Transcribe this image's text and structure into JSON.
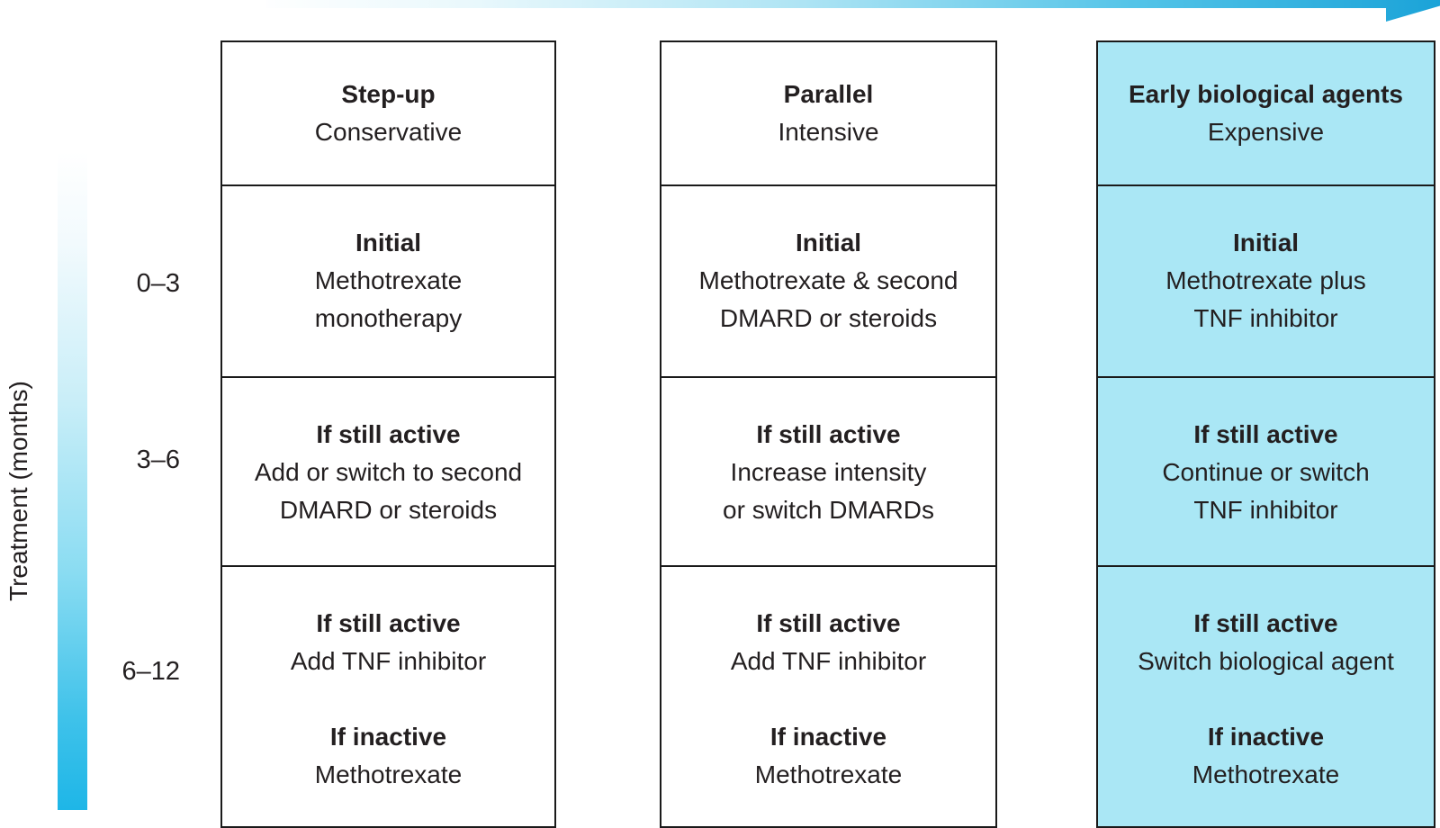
{
  "figure": {
    "axis_label": "Treatment (months)",
    "time_labels": [
      "0–3",
      "3–6",
      "6–12"
    ],
    "columns": [
      {
        "id": "step-up",
        "highlighted": false,
        "header": {
          "title": "Step-up",
          "subtitle": "Conservative"
        },
        "rows": [
          {
            "heading": "Initial",
            "lines": [
              "Methotrexate",
              "monotherapy"
            ]
          },
          {
            "heading": "If still active",
            "lines": [
              "Add or switch to second",
              "DMARD or steroids"
            ]
          },
          {
            "blocks": [
              {
                "heading": "If still active",
                "lines": [
                  "Add TNF inhibitor"
                ]
              },
              {
                "heading": "If inactive",
                "lines": [
                  "Methotrexate"
                ]
              }
            ]
          }
        ]
      },
      {
        "id": "parallel",
        "highlighted": false,
        "header": {
          "title": "Parallel",
          "subtitle": "Intensive"
        },
        "rows": [
          {
            "heading": "Initial",
            "lines": [
              "Methotrexate & second",
              "DMARD or steroids"
            ]
          },
          {
            "heading": "If still active",
            "lines": [
              "Increase intensity",
              "or switch DMARDs"
            ]
          },
          {
            "blocks": [
              {
                "heading": "If still active",
                "lines": [
                  "Add TNF inhibitor"
                ]
              },
              {
                "heading": "If inactive",
                "lines": [
                  "Methotrexate"
                ]
              }
            ]
          }
        ]
      },
      {
        "id": "early-biological-agents",
        "highlighted": true,
        "header": {
          "title": "Early biological agents",
          "subtitle": "Expensive"
        },
        "rows": [
          {
            "heading": "Initial",
            "lines": [
              "Methotrexate plus",
              "TNF inhibitor"
            ]
          },
          {
            "heading": "If still active",
            "lines": [
              "Continue or switch",
              "TNF inhibitor"
            ]
          },
          {
            "blocks": [
              {
                "heading": "If still active",
                "lines": [
                  "Switch biological agent"
                ]
              },
              {
                "heading": "If inactive",
                "lines": [
                  "Methotrexate"
                ]
              }
            ]
          }
        ]
      }
    ]
  },
  "colors": {
    "highlight": "#aae7f5",
    "arrow_end": "#149fd6",
    "bar_end": "#1eb6e7",
    "border": "#1a1a1a",
    "text": "#231f20"
  }
}
